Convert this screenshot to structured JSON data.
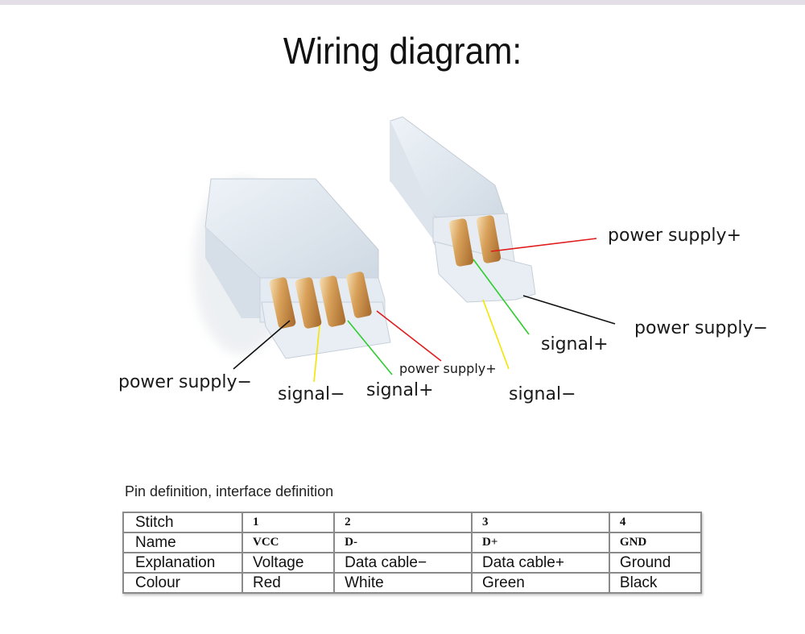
{
  "title": "Wiring diagram:",
  "connectors": {
    "four_pin": {
      "labels": {
        "power_minus": "power supply−",
        "signal_minus": "signal−",
        "signal_plus": "signal+",
        "power_plus": "power supply+"
      }
    },
    "two_pin": {
      "labels": {
        "power_plus": "power supply+",
        "power_minus": "power supply−",
        "signal_plus": "signal+",
        "signal_minus": "signal−"
      }
    }
  },
  "wire_colors": {
    "power_plus": "#e01b1b",
    "power_minus": "#111111",
    "signal_plus": "#2ecc2e",
    "signal_minus": "#f2e600"
  },
  "table": {
    "caption": "Pin definition, interface definition",
    "rows": [
      {
        "header": "Stitch",
        "cells": [
          "1",
          "2",
          "3",
          "4"
        ]
      },
      {
        "header": "Name",
        "cells": [
          "VCC",
          "D-",
          "D+",
          "GND"
        ]
      },
      {
        "header": "Explanation",
        "cells": [
          "Voltage",
          "Data cable−",
          "Data cable+",
          "Ground"
        ]
      },
      {
        "header": "Colour",
        "cells": [
          "Red",
          "White",
          "Green",
          "Black"
        ]
      }
    ]
  }
}
